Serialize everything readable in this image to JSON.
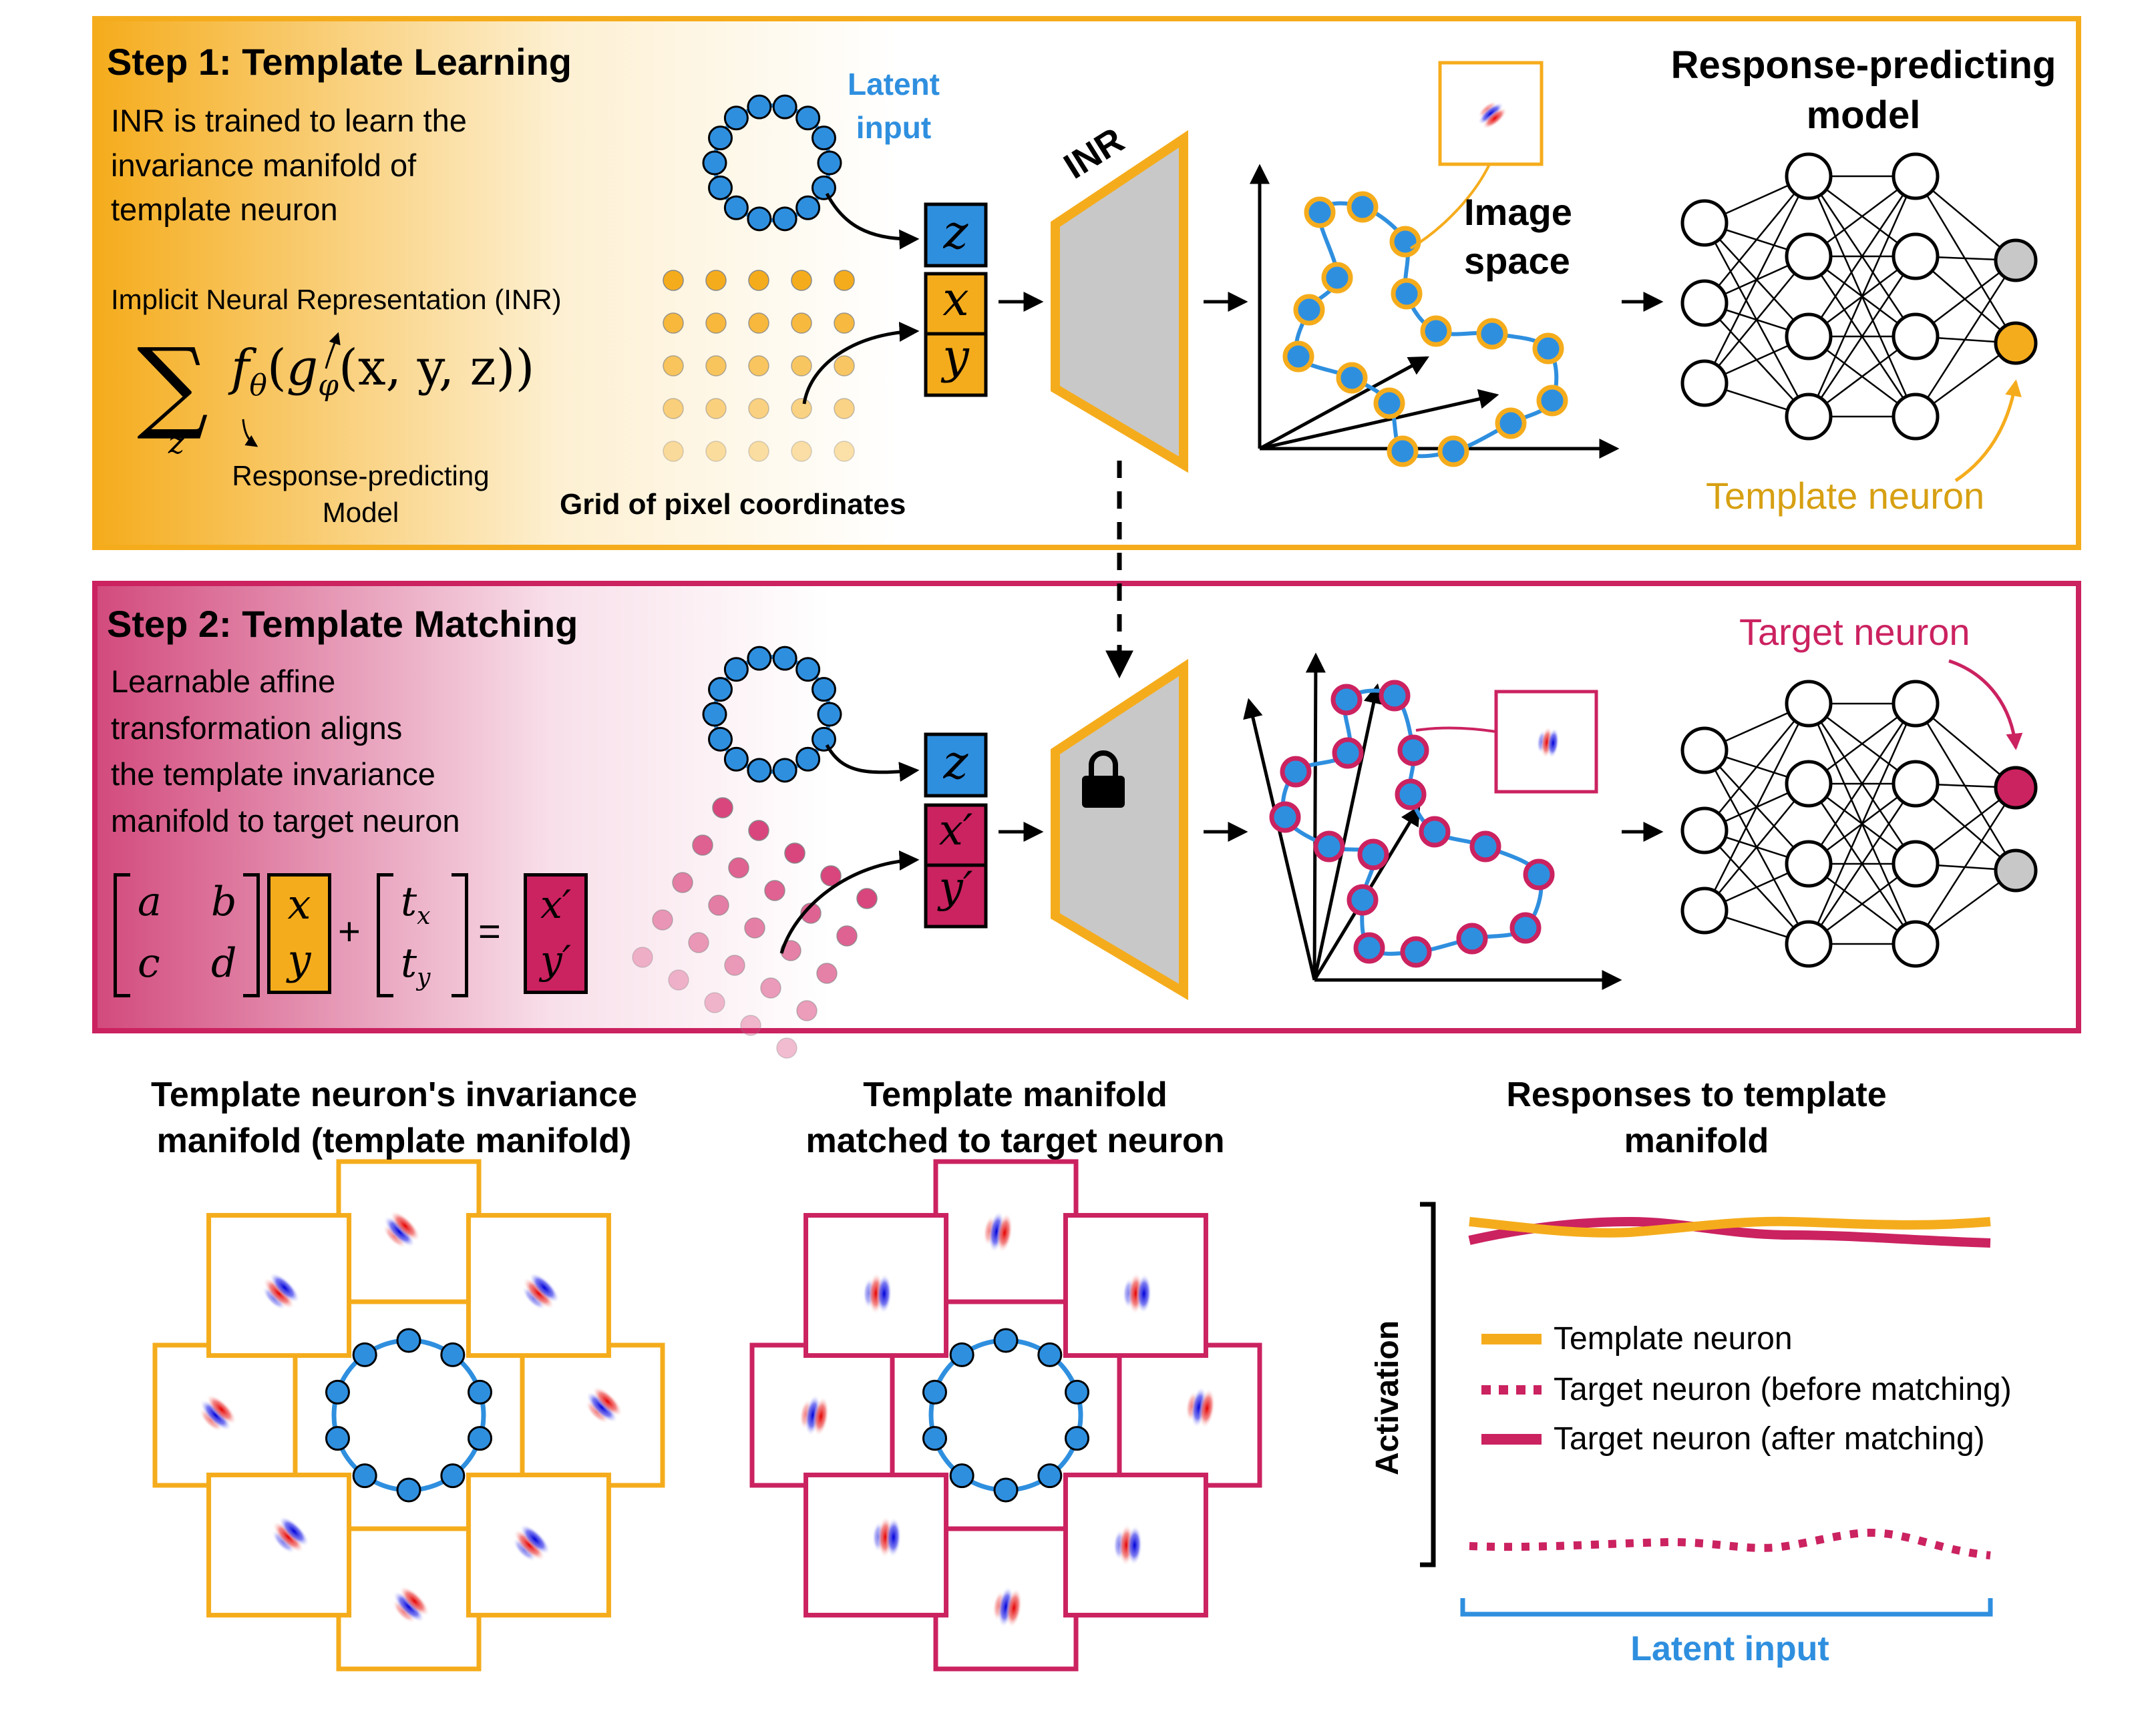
{
  "colors": {
    "orange": "#F5AC1C",
    "orange_light": "#FDE9B4",
    "pink": "#CB2260",
    "pink_light": "#F3C4D5",
    "blue": "#2F8FDF",
    "blue_dark": "#1D5FA8",
    "gray": "#C8C8C8",
    "black": "#000000"
  },
  "step1": {
    "title": "Step 1: Template Learning",
    "description": "INR is trained to learn the\ninvariance manifold of\ntemplate neuron",
    "inr_caption": "Implicit Neural Representation (INR)",
    "formula_f": "f",
    "formula_theta": "θ",
    "formula_g": "g",
    "formula_phi": "φ",
    "formula_args": "(x, y, z))",
    "formula_sub_z": "z",
    "formula_open": "(",
    "model_caption": "Response-predicting\nModel",
    "latent_label": "Latent\ninput",
    "grid_label": "Grid of pixel coordinates",
    "input_z": "z",
    "input_x": "x",
    "input_y": "y",
    "inr_label": "INR",
    "image_space_label": "Image\nspace",
    "model_title": "Response-predicting\nmodel",
    "template_neuron_label": "Template neuron"
  },
  "step2": {
    "title": "Step 2: Template Matching",
    "description": "Learnable affine\ntransformation aligns\nthe template invariance\nmanifold to target neuron",
    "matrix_a": "a",
    "matrix_b": "b",
    "matrix_c": "c",
    "matrix_d": "d",
    "vec_x": "x",
    "vec_y": "y",
    "plus": "+",
    "t_x": "t",
    "t_x_sub": "x",
    "t_y": "t",
    "t_y_sub": "y",
    "equals": "=",
    "out_x": "x′",
    "out_y": "y′",
    "input_z": "z",
    "input_x": "x′",
    "input_y": "y′",
    "target_neuron_label": "Target neuron"
  },
  "bottom": {
    "template_manifold_title": "Template neuron's invariance\nmanifold (template manifold)",
    "matched_manifold_title": "Template manifold\nmatched to target neuron",
    "responses_title": "Responses to template\nmanifold",
    "y_axis_label": "Activation",
    "x_axis_label": "Latent input",
    "legend": [
      {
        "label": "Template neuron",
        "style": "solid",
        "color": "#F5AC1C"
      },
      {
        "label": "Target neuron (before matching)",
        "style": "dotted",
        "color": "#CB2260"
      },
      {
        "label": "Target neuron (after matching)",
        "style": "solid",
        "color": "#CB2260"
      }
    ]
  }
}
